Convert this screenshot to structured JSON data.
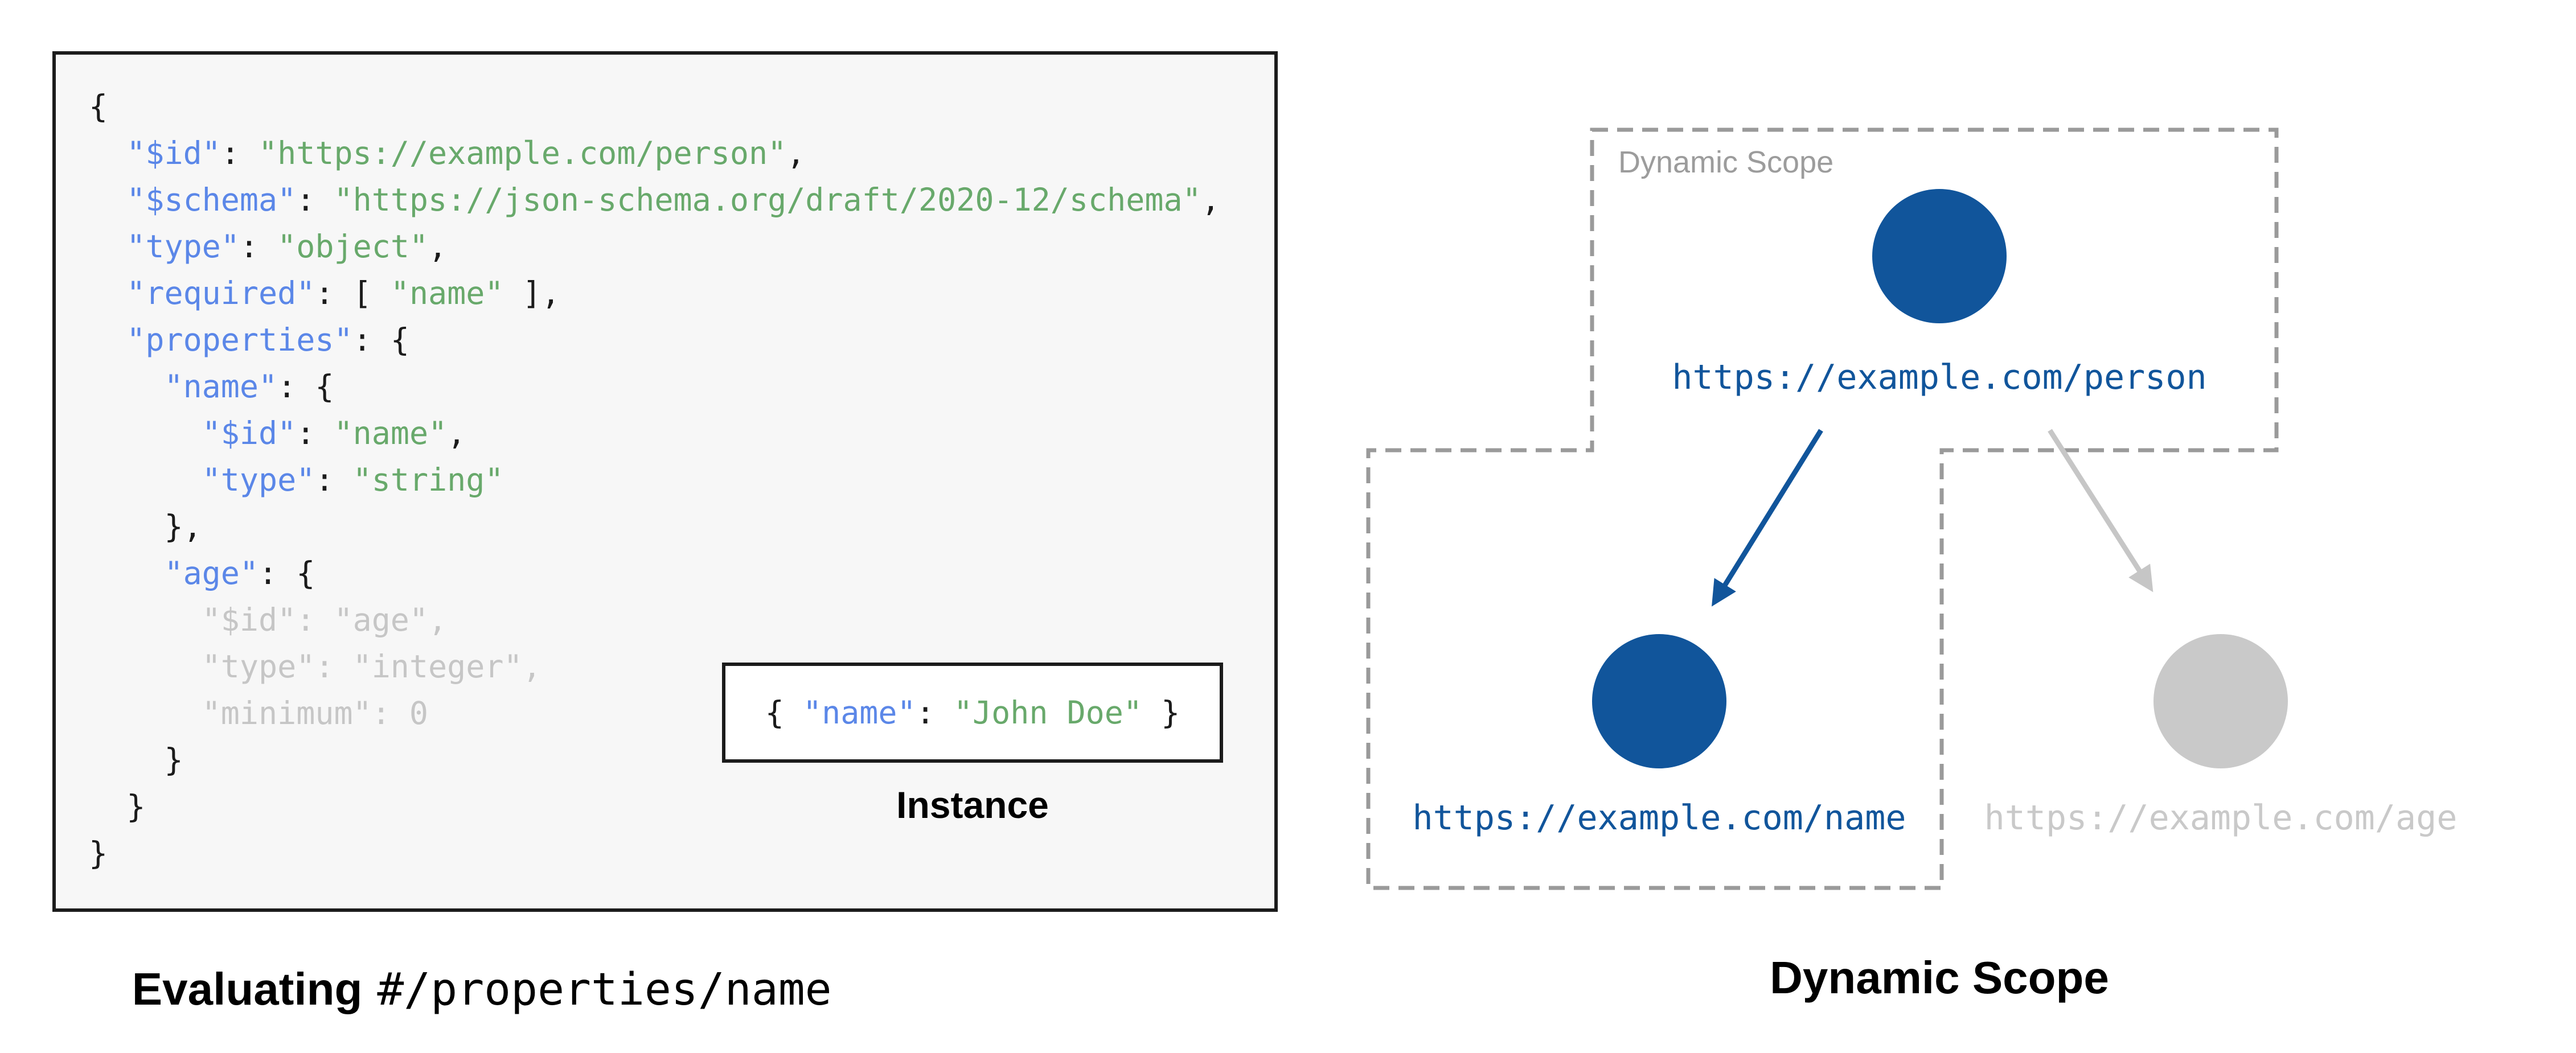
{
  "colors": {
    "ink": "#1B1B1B",
    "accent_blue": "#11559B",
    "key_blue": "#5B87E8",
    "string_green": "#68A96B",
    "muted_gray": "#C6C6C6",
    "node_gray": "#C9C9C9",
    "dash_gray": "#9A9A9A",
    "scope_label_gray": "#9C9C9C",
    "panel_bg": "#F7F7F7"
  },
  "schema_panel": {
    "code_lines": [
      [
        {
          "c": "p",
          "t": "{"
        }
      ],
      [
        {
          "c": "p",
          "t": "  "
        },
        {
          "c": "k",
          "t": "\"$id\""
        },
        {
          "c": "p",
          "t": ": "
        },
        {
          "c": "s",
          "t": "\"https://example.com/person\""
        },
        {
          "c": "p",
          "t": ","
        }
      ],
      [
        {
          "c": "p",
          "t": "  "
        },
        {
          "c": "k",
          "t": "\"$schema\""
        },
        {
          "c": "p",
          "t": ": "
        },
        {
          "c": "s",
          "t": "\"https://json-schema.org/draft/2020-12/schema\""
        },
        {
          "c": "p",
          "t": ","
        }
      ],
      [
        {
          "c": "p",
          "t": "  "
        },
        {
          "c": "k",
          "t": "\"type\""
        },
        {
          "c": "p",
          "t": ": "
        },
        {
          "c": "s",
          "t": "\"object\""
        },
        {
          "c": "p",
          "t": ","
        }
      ],
      [
        {
          "c": "p",
          "t": "  "
        },
        {
          "c": "k",
          "t": "\"required\""
        },
        {
          "c": "p",
          "t": ": [ "
        },
        {
          "c": "s",
          "t": "\"name\""
        },
        {
          "c": "p",
          "t": " ],"
        }
      ],
      [
        {
          "c": "p",
          "t": "  "
        },
        {
          "c": "k",
          "t": "\"properties\""
        },
        {
          "c": "p",
          "t": ": {"
        }
      ],
      [
        {
          "c": "p",
          "t": "    "
        },
        {
          "c": "k",
          "t": "\"name\""
        },
        {
          "c": "p",
          "t": ": {"
        }
      ],
      [
        {
          "c": "p",
          "t": "      "
        },
        {
          "c": "k",
          "t": "\"$id\""
        },
        {
          "c": "p",
          "t": ": "
        },
        {
          "c": "s",
          "t": "\"name\""
        },
        {
          "c": "p",
          "t": ","
        }
      ],
      [
        {
          "c": "p",
          "t": "      "
        },
        {
          "c": "k",
          "t": "\"type\""
        },
        {
          "c": "p",
          "t": ": "
        },
        {
          "c": "s",
          "t": "\"string\""
        }
      ],
      [
        {
          "c": "p",
          "t": "    },"
        }
      ],
      [
        {
          "c": "p",
          "t": "    "
        },
        {
          "c": "k",
          "t": "\"age\""
        },
        {
          "c": "p",
          "t": ": {"
        }
      ],
      [
        {
          "c": "d",
          "t": "      \"$id\": \"age\","
        }
      ],
      [
        {
          "c": "d",
          "t": "      \"type\": \"integer\","
        }
      ],
      [
        {
          "c": "d",
          "t": "      \"minimum\": 0"
        }
      ],
      [
        {
          "c": "p",
          "t": "    }"
        }
      ],
      [
        {
          "c": "p",
          "t": "  }"
        }
      ],
      [
        {
          "c": "p",
          "t": "}"
        }
      ]
    ]
  },
  "instance": {
    "segments": [
      {
        "c": "p",
        "t": "{ "
      },
      {
        "c": "k",
        "t": "\"name\""
      },
      {
        "c": "p",
        "t": ": "
      },
      {
        "c": "s",
        "t": "\"John Doe\""
      },
      {
        "c": "p",
        "t": " }"
      }
    ],
    "label": "Instance"
  },
  "left_caption": {
    "bold": "Evaluating",
    "pointer": "#/properties/name"
  },
  "scope_diagram": {
    "scope_label": "Dynamic Scope",
    "caption": "Dynamic Scope",
    "person_url": "https://example.com/person",
    "name_url": "https://example.com/name",
    "age_url": "https://example.com/age"
  }
}
